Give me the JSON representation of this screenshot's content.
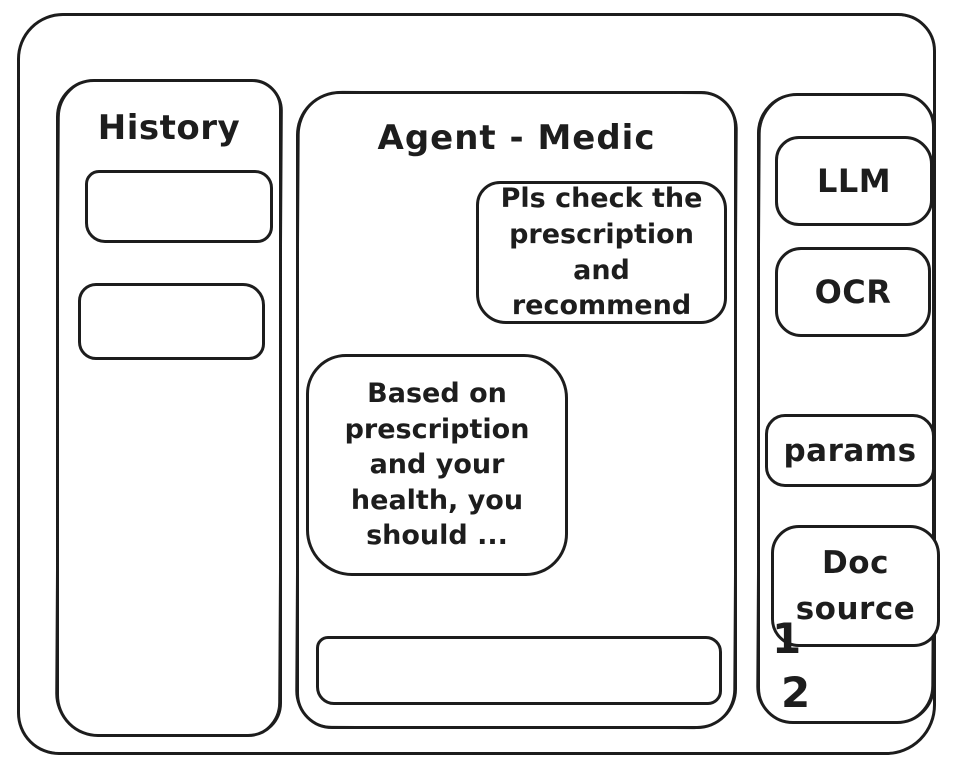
{
  "theme": {
    "ink": "#1d1d1d",
    "background": "#ffffff"
  },
  "history_panel": {
    "title": "History",
    "items": [
      {
        "label": ""
      },
      {
        "label": ""
      }
    ]
  },
  "chat_panel": {
    "title": "Agent - Medic",
    "messages": [
      {
        "role": "user",
        "text": "Pls check the prescription and recommend"
      },
      {
        "role": "assistant",
        "text": "Based on prescription and your health, you should ..."
      }
    ],
    "composer": {
      "value": "",
      "placeholder": ""
    }
  },
  "tools_panel": {
    "buttons": [
      {
        "label": "LLM"
      },
      {
        "label": "OCR"
      },
      {
        "label": "params"
      },
      {
        "label": "Doc source"
      }
    ],
    "annotations": [
      "1",
      "2"
    ]
  }
}
